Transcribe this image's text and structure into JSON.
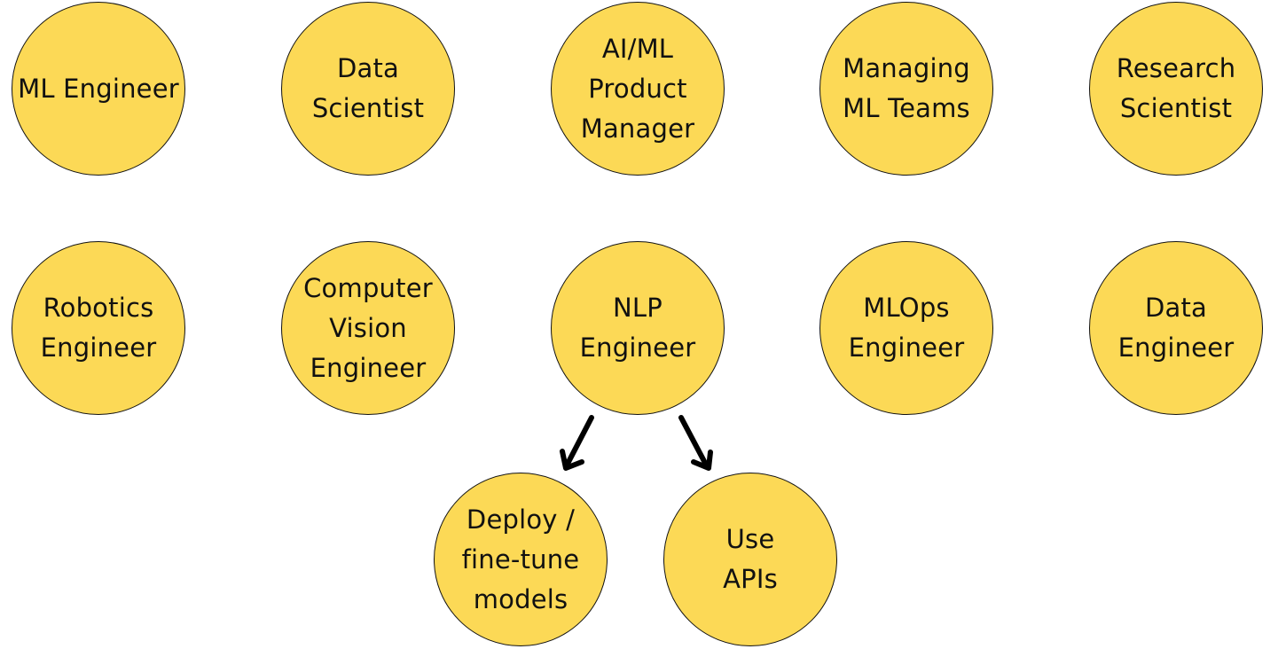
{
  "colors": {
    "node_fill": "#fcd956",
    "node_stroke": "#111111",
    "text": "#111111",
    "arrow": "#000000"
  },
  "nodes": [
    {
      "id": "ml-engineer",
      "lines": [
        "ML Engineer"
      ]
    },
    {
      "id": "data-scientist",
      "lines": [
        "Data",
        "Scientist"
      ]
    },
    {
      "id": "ai-ml-product-manager",
      "lines": [
        "AI/ML",
        "Product",
        "Manager"
      ]
    },
    {
      "id": "managing-ml-teams",
      "lines": [
        "Managing",
        "ML Teams"
      ]
    },
    {
      "id": "research-scientist",
      "lines": [
        "Research",
        "Scientist"
      ]
    },
    {
      "id": "robotics-engineer",
      "lines": [
        "Robotics",
        "Engineer"
      ]
    },
    {
      "id": "computer-vision-engineer",
      "lines": [
        "Computer",
        "Vision",
        "Engineer"
      ]
    },
    {
      "id": "nlp-engineer",
      "lines": [
        "NLP",
        "Engineer"
      ]
    },
    {
      "id": "mlops-engineer",
      "lines": [
        "MLOps",
        "Engineer"
      ]
    },
    {
      "id": "data-engineer",
      "lines": [
        "Data",
        "Engineer"
      ]
    },
    {
      "id": "deploy-fine-tune-models",
      "lines": [
        "Deploy /",
        "fine-tune",
        "models"
      ]
    },
    {
      "id": "use-apis",
      "lines": [
        "Use",
        "APIs"
      ]
    }
  ],
  "edges": [
    {
      "from": "nlp-engineer",
      "to": "deploy-fine-tune-models"
    },
    {
      "from": "nlp-engineer",
      "to": "use-apis"
    }
  ]
}
